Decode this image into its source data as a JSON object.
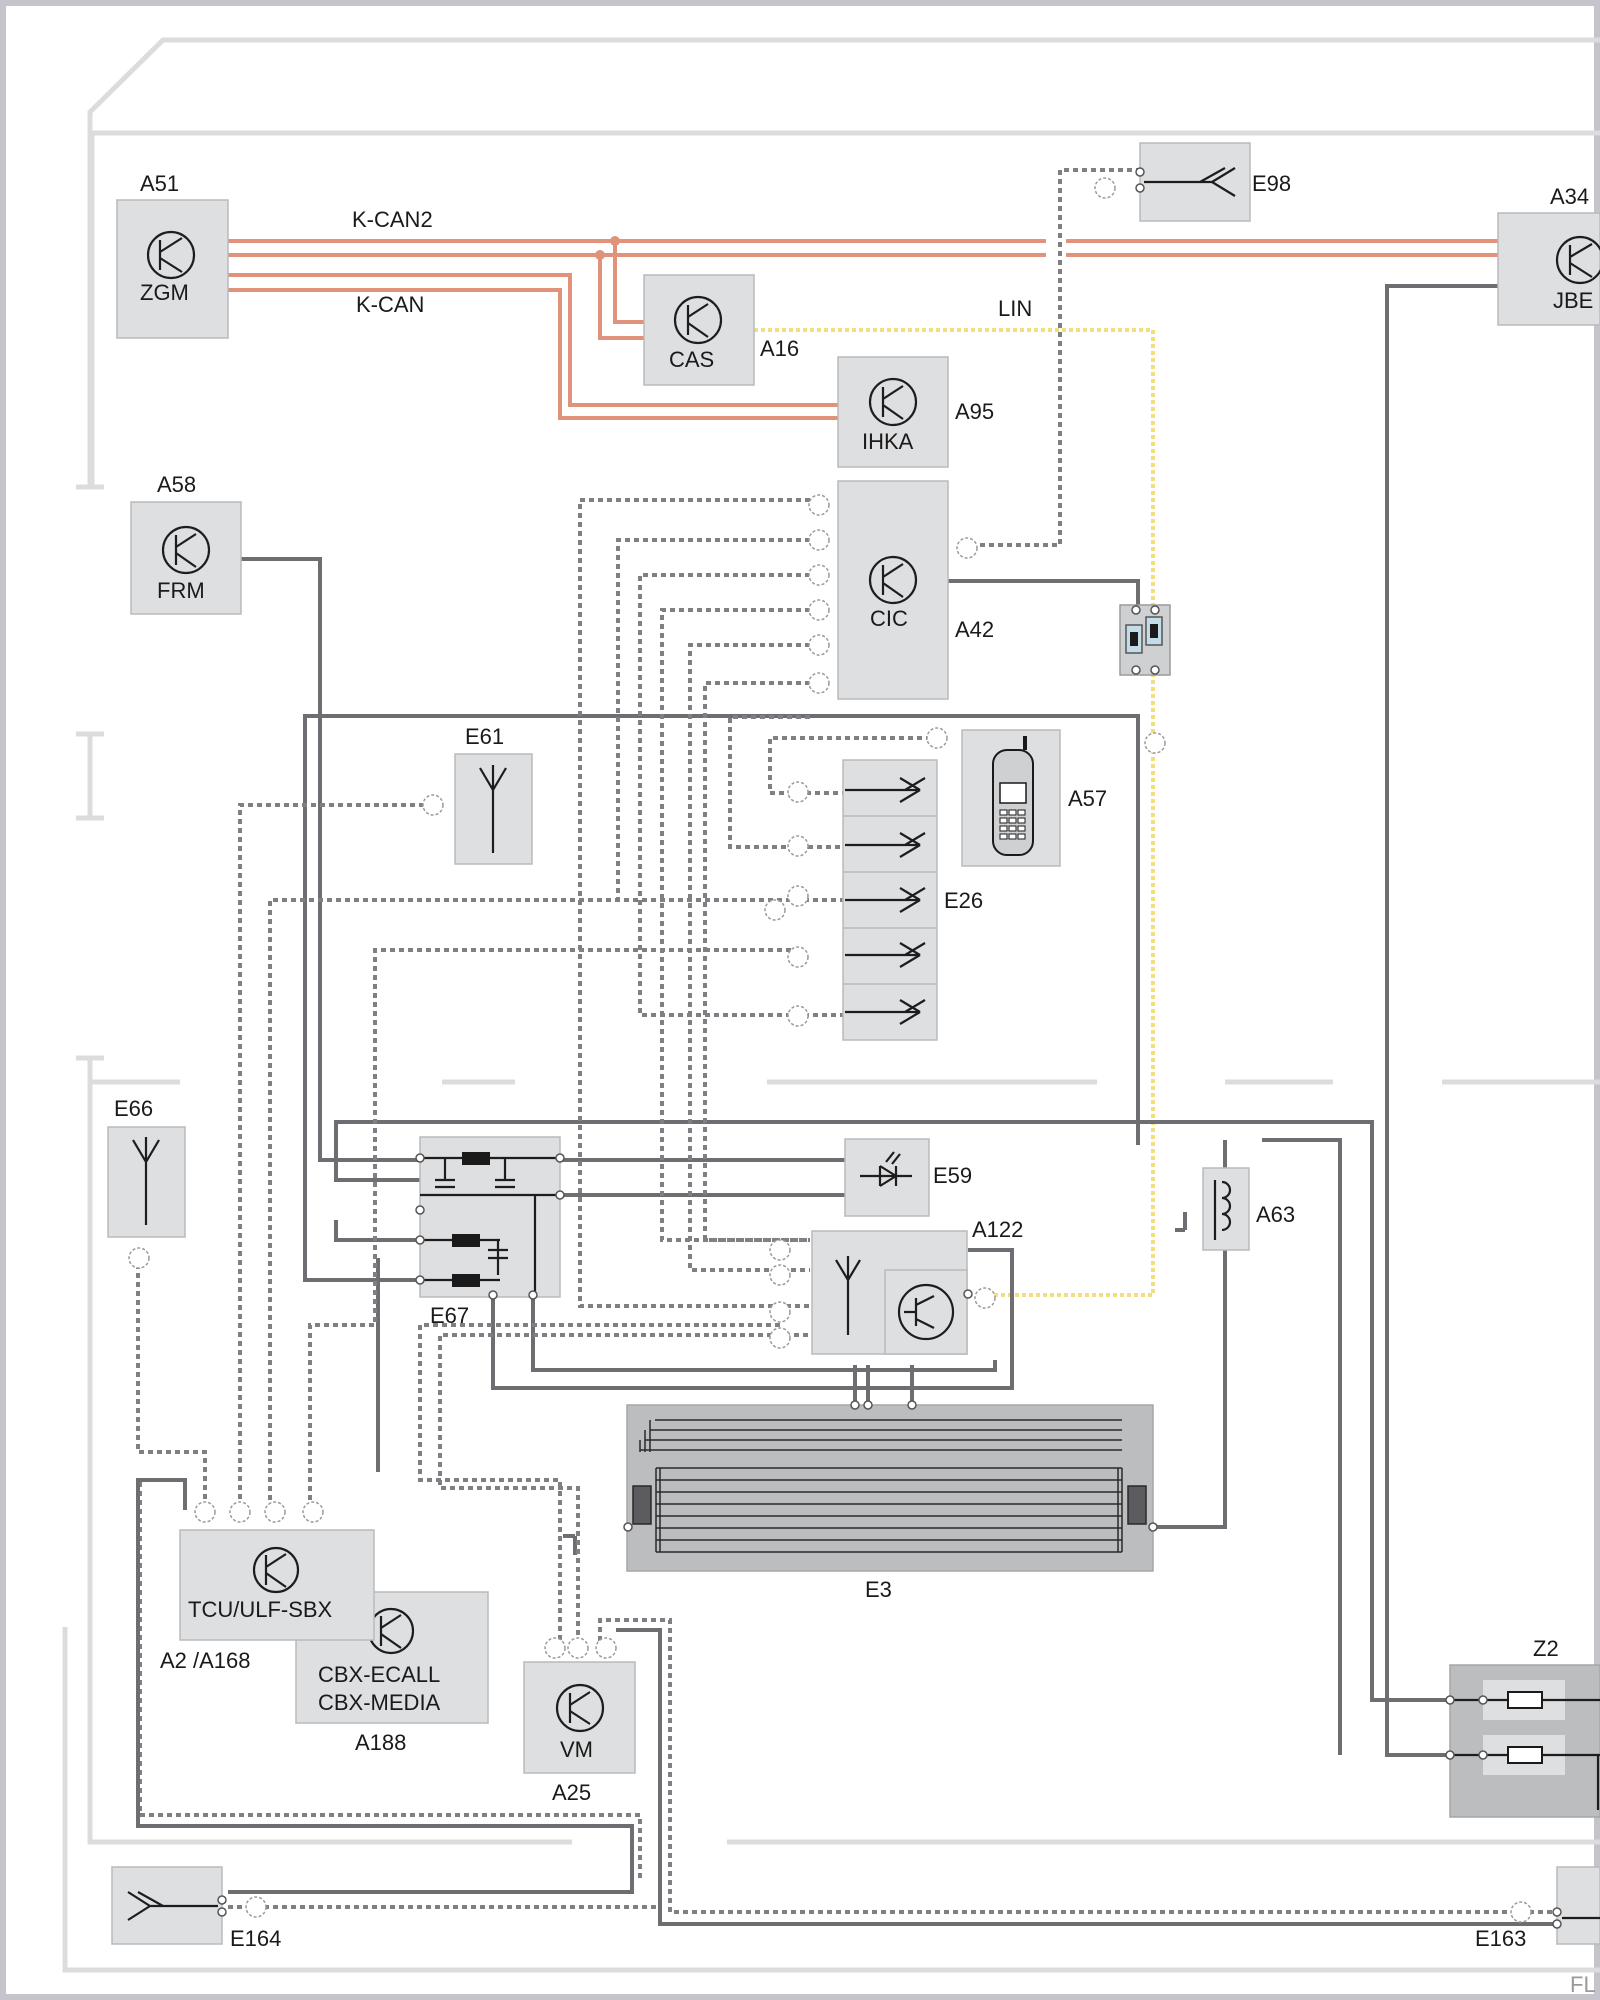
{
  "bus_labels": {
    "kcan2": "K-CAN2",
    "kcan": "K-CAN",
    "lin": "LIN"
  },
  "components": {
    "a51": {
      "ref": "A51",
      "name": "ZGM"
    },
    "a16": {
      "ref": "A16",
      "name": "CAS"
    },
    "a95": {
      "ref": "A95",
      "name": "IHKA"
    },
    "a34": {
      "ref": "A34",
      "name": "JBE"
    },
    "a58": {
      "ref": "A58",
      "name": "FRM"
    },
    "a42": {
      "ref": "A42",
      "name": "CIC"
    },
    "a57": {
      "ref": "A57"
    },
    "e26": {
      "ref": "E26"
    },
    "e61": {
      "ref": "E61"
    },
    "e66": {
      "ref": "E66"
    },
    "e98": {
      "ref": "E98"
    },
    "e59": {
      "ref": "E59"
    },
    "a63": {
      "ref": "A63"
    },
    "a122": {
      "ref": "A122"
    },
    "e67": {
      "ref": "E67"
    },
    "e3": {
      "ref": "E3"
    },
    "tcu": {
      "ref": "A2  /A168",
      "name": "TCU/ULF-SBX"
    },
    "cbx": {
      "ref": "A188",
      "name1": "CBX-ECALL",
      "name2": "CBX-MEDIA"
    },
    "a25": {
      "ref": "A25",
      "name": "VM"
    },
    "z2": {
      "ref": "Z2"
    },
    "e164": {
      "ref": "E164"
    },
    "e163": {
      "ref": "E163"
    }
  },
  "corner_code": "FL",
  "colors": {
    "can_bus": "#e0937a",
    "lin_bus": "#f2dd80",
    "wire": "#6d6e72",
    "module": "#dedfe0"
  }
}
